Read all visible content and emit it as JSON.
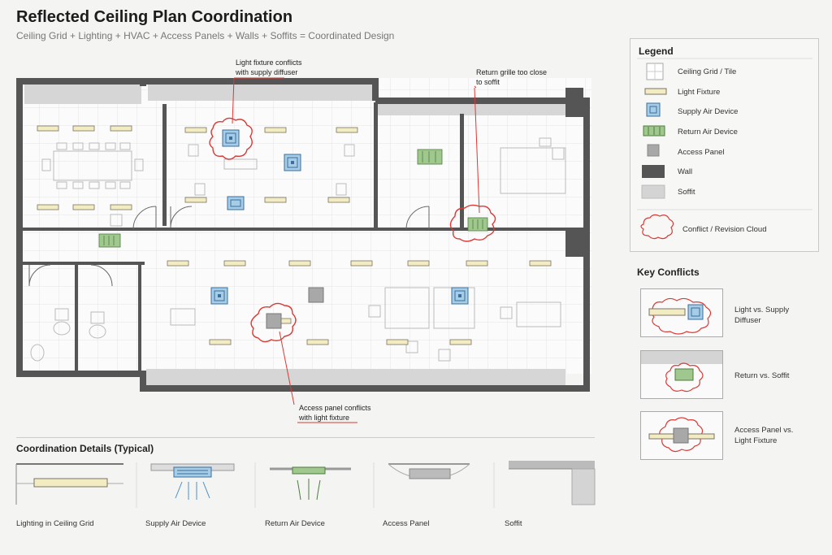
{
  "header": {
    "title": "Reflected Ceiling Plan Coordination",
    "subtitle": "Ceiling Grid  +  Lighting  +  HVAC  +  Access Panels  +  Walls  +  Soffits  =  Coordinated Design"
  },
  "callouts": {
    "light_supply": [
      "Light fixture conflicts",
      "with supply diffuser"
    ],
    "return_soffit": [
      "Return grille too close",
      "to soffit"
    ],
    "access_light": [
      "Access panel conflicts",
      "with light fixture"
    ]
  },
  "legend": {
    "title": "Legend",
    "items": [
      {
        "icon": "ceiling-grid-icon",
        "label": "Ceiling Grid / Tile"
      },
      {
        "icon": "light-fixture-icon",
        "label": "Light Fixture"
      },
      {
        "icon": "supply-air-icon",
        "label": "Supply Air Device"
      },
      {
        "icon": "return-air-icon",
        "label": "Return Air Device"
      },
      {
        "icon": "access-panel-icon",
        "label": "Access Panel"
      },
      {
        "icon": "wall-icon",
        "label": "Wall"
      },
      {
        "icon": "soffit-icon",
        "label": "Soffit"
      },
      {
        "icon": "revision-cloud-icon",
        "label": "Conflict / Revision Cloud"
      }
    ]
  },
  "key_conflicts": {
    "title": "Key Conflicts",
    "items": [
      {
        "label": [
          "Light vs. Supply",
          "Diffuser"
        ]
      },
      {
        "label": [
          "Return vs. Soffit"
        ]
      },
      {
        "label": [
          "Access Panel vs.",
          "Light Fixture"
        ]
      }
    ]
  },
  "details": {
    "title": "Coordination Details (Typical)",
    "items": [
      {
        "label": "Lighting in Ceiling Grid"
      },
      {
        "label": "Supply Air Device"
      },
      {
        "label": "Return Air Device"
      },
      {
        "label": "Access Panel"
      },
      {
        "label": "Soffit"
      }
    ]
  },
  "colors": {
    "wall": "#555555",
    "soffit": "#d4d4d4",
    "light": "#f3ecc3",
    "supply": "#a7cde6",
    "return": "#9fc78e",
    "access": "#a8a8a8",
    "cloud": "#d93a36"
  }
}
